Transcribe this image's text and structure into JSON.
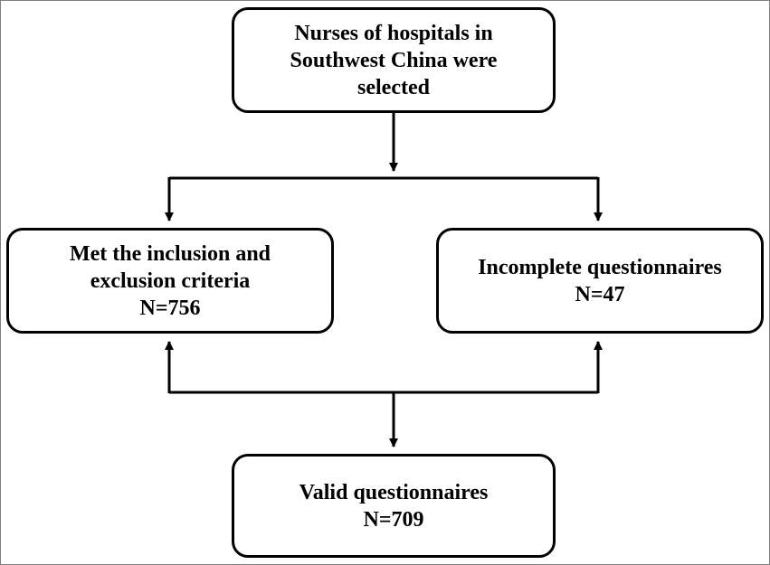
{
  "diagram": {
    "line_color": "#000000",
    "nodes": {
      "start": {
        "lines": [
          "Nurses of hospitals in",
          "Southwest China were",
          "selected"
        ]
      },
      "included": {
        "lines": [
          "Met the inclusion and",
          "exclusion criteria",
          "N=756"
        ]
      },
      "incomplete": {
        "lines": [
          "Incomplete questionnaires",
          "N=47"
        ]
      },
      "valid": {
        "lines": [
          "Valid questionnaires",
          "N=709"
        ]
      }
    },
    "edges": [
      {
        "from": "start",
        "to": "included"
      },
      {
        "from": "start",
        "to": "incomplete"
      },
      {
        "from": "valid",
        "to": "included"
      },
      {
        "from": "valid",
        "to": "incomplete"
      }
    ]
  }
}
